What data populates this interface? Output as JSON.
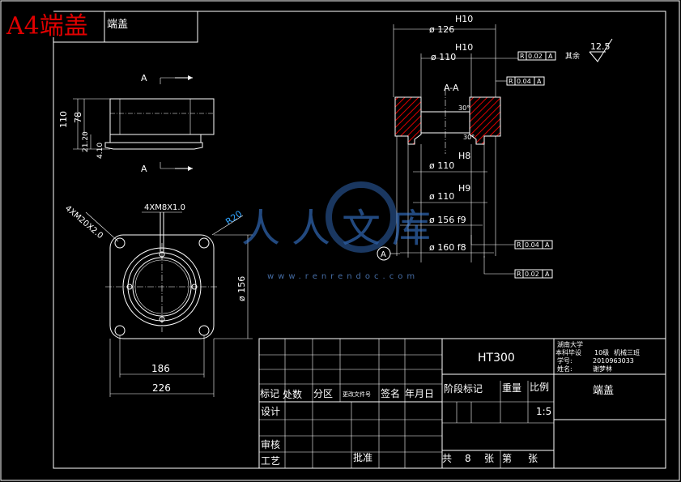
{
  "sheet": {
    "size_title": "A4端盖",
    "corner_label": "端盖"
  },
  "section": {
    "label_a": "A",
    "label_a2": "A",
    "section_title": "A-A",
    "surface_finish": "12.5",
    "rest_note": "其余",
    "view_marker": "A"
  },
  "dims_left": {
    "h110": "110",
    "h78": "78",
    "h21": "21.20",
    "h4": "4.10",
    "thread1": "4XM8X1.0",
    "thread2": "4XM20X2.0",
    "radius": "R20",
    "dia156": "ø 156",
    "w186": "186",
    "w226": "226"
  },
  "dims_right": {
    "fit_top": "H10",
    "dia126": "ø 126",
    "fit_mid": "H10",
    "dia110_top": "ø 110",
    "fit_h8": "H8",
    "dia110_b1": "ø 110",
    "fit_h9": "H9",
    "dia110_b2": "ø 110",
    "dia156f9": "ø 156 f9",
    "dia160f8": "ø 160 f8",
    "angle1": "30°",
    "angle2": "30°"
  },
  "tolerances": [
    {
      "sym": "R",
      "val": "0.02",
      "ref": "A"
    },
    {
      "sym": "R",
      "val": "0.04",
      "ref": "A"
    },
    {
      "sym": "R",
      "val": "0.04",
      "ref": "A"
    },
    {
      "sym": "R",
      "val": "0.02",
      "ref": "A"
    }
  ],
  "watermark": {
    "text": "人人文库",
    "url": "www.renrendoc.com"
  },
  "titleblock": {
    "material": "HT300",
    "part_name": "端盖",
    "school": "湖南大学",
    "major": "本科毕设",
    "class_label": "10级",
    "class_value": "机械三班",
    "student_no_label": "学号:",
    "student_no": "2010963033",
    "name_label": "姓名:",
    "name_value": "谢梦林",
    "col_mark": "标记",
    "col_count": "处数",
    "col_zone": "分区",
    "col_docno": "更改文件号",
    "col_sign": "签名",
    "col_date": "年月日",
    "stage_mark": "阶段标记",
    "weight": "重量",
    "scale": "比例",
    "scale_value": "1:5",
    "design": "设计",
    "review": "审核",
    "process": "工艺",
    "approve": "批准",
    "total_label": "共",
    "total_value": "8",
    "sheet_label": "张",
    "page_label": "第",
    "page_sheet": "张"
  }
}
